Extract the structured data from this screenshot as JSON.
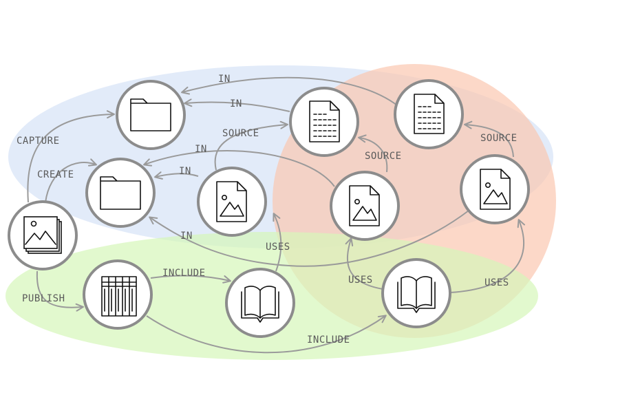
{
  "colors": {
    "blue_region": "#d6e3f7",
    "orange_region": "#fbc7b1",
    "green_region": "#d6f7b9",
    "node_ring": "#8c8c8c",
    "edge": "#9a9a9a",
    "label": "#5a5a5a"
  },
  "nodes": [
    {
      "id": "photo-stack",
      "icon": "photo-stack-icon"
    },
    {
      "id": "folder-top",
      "icon": "folder-icon"
    },
    {
      "id": "folder-mid",
      "icon": "folder-icon"
    },
    {
      "id": "image-doc-1",
      "icon": "image-document-icon"
    },
    {
      "id": "text-doc-1",
      "icon": "text-document-icon"
    },
    {
      "id": "text-doc-2",
      "icon": "text-document-icon"
    },
    {
      "id": "image-doc-2",
      "icon": "image-document-icon"
    },
    {
      "id": "image-doc-3",
      "icon": "image-document-icon"
    },
    {
      "id": "book-shelf",
      "icon": "bookshelf-icon"
    },
    {
      "id": "open-book-1",
      "icon": "open-book-icon"
    },
    {
      "id": "open-book-2",
      "icon": "open-book-icon"
    }
  ],
  "edges": [
    {
      "from": "photo-stack",
      "to": "folder-top",
      "label": "CAPTURE"
    },
    {
      "from": "photo-stack",
      "to": "folder-mid",
      "label": "CREATE"
    },
    {
      "from": "photo-stack",
      "to": "book-shelf",
      "label": "PUBLISH"
    },
    {
      "from": "text-doc-2",
      "to": "folder-top",
      "label": "IN"
    },
    {
      "from": "text-doc-1",
      "to": "folder-top",
      "label": "IN"
    },
    {
      "from": "image-doc-1",
      "to": "text-doc-1",
      "label": "SOURCE"
    },
    {
      "from": "image-doc-2",
      "to": "folder-mid",
      "label": "IN"
    },
    {
      "from": "image-doc-1",
      "to": "folder-mid",
      "label": "IN"
    },
    {
      "from": "image-doc-2",
      "to": "text-doc-1",
      "label": "SOURCE"
    },
    {
      "from": "image-doc-3",
      "to": "text-doc-2",
      "label": "SOURCE"
    },
    {
      "from": "image-doc-3",
      "to": "folder-mid",
      "label": "IN"
    },
    {
      "from": "book-shelf",
      "to": "open-book-1",
      "label": "INCLUDE"
    },
    {
      "from": "book-shelf",
      "to": "open-book-2",
      "label": "INCLUDE"
    },
    {
      "from": "open-book-1",
      "to": "image-doc-1",
      "label": "USES"
    },
    {
      "from": "open-book-2",
      "to": "image-doc-2",
      "label": "USES"
    },
    {
      "from": "open-book-2",
      "to": "image-doc-3",
      "label": "USES"
    }
  ]
}
